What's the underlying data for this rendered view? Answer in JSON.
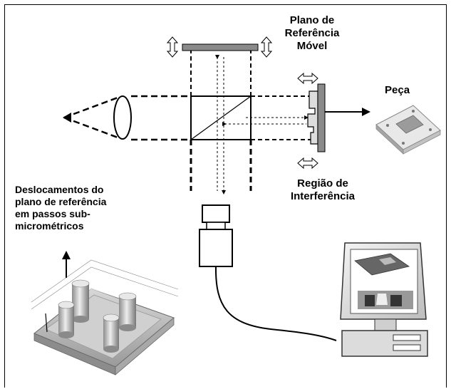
{
  "labels": {
    "ref_plane_l1": "Plano de",
    "ref_plane_l2": "Referência",
    "ref_plane_l3": "Móvel",
    "part": "Peça",
    "interference_l1": "Região de",
    "interference_l2": "Interferência",
    "displacement_l1": "Deslocamentos do",
    "displacement_l2": "plano de referência",
    "displacement_l3": "em passos sub-",
    "displacement_l4": "micrométricos"
  },
  "colors": {
    "mirror": "#8a8a8a",
    "surface": "#b9b9b9",
    "line": "#000000"
  }
}
